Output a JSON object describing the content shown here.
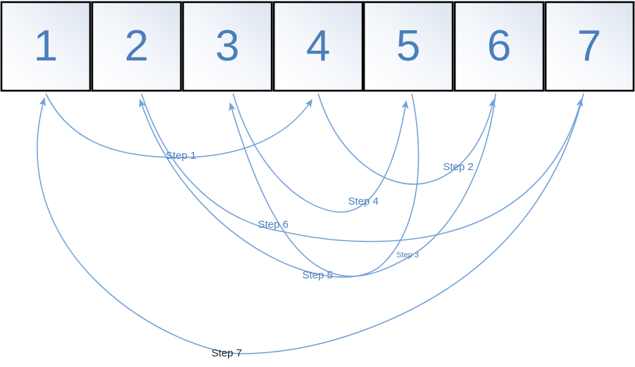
{
  "boxes": [
    {
      "label": "1"
    },
    {
      "label": "2"
    },
    {
      "label": "3"
    },
    {
      "label": "4"
    },
    {
      "label": "5"
    },
    {
      "label": "6"
    },
    {
      "label": "7"
    }
  ],
  "steps": [
    {
      "label": "Step 1",
      "from_box": "1",
      "to_box": "4"
    },
    {
      "label": "Step 2",
      "from_box": "4",
      "to_box": "6"
    },
    {
      "label": "Step 3",
      "from_box": "6",
      "to_box": "3"
    },
    {
      "label": "Step 4",
      "from_box": "3",
      "to_box": "5"
    },
    {
      "label": "Step 5",
      "from_box": "5",
      "to_box": "2"
    },
    {
      "label": "Step 6",
      "from_box": "2",
      "to_box": "7"
    },
    {
      "label": "Step 7",
      "from_box": "7",
      "to_box": "1"
    }
  ],
  "colors": {
    "box_border": "#000000",
    "number_text": "#4a7ebb",
    "connector": "#74a2d8",
    "label_text": "#4a7ebb",
    "step7_label_text": "#262626",
    "box_fill_top": "#dce4f0",
    "box_fill_bottom": "#ffffff"
  }
}
